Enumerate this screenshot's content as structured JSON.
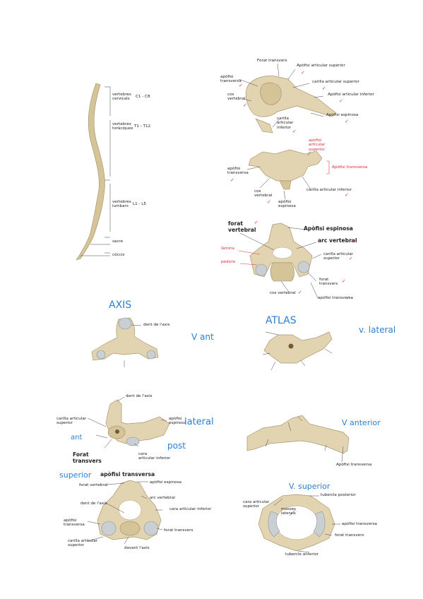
{
  "spine": {
    "regions": [
      {
        "name": "vertebres\ncervicals",
        "range": "C1 - C8"
      },
      {
        "name": "vertebres\ntoràciques",
        "range": "T1 - T12"
      },
      {
        "name": "vertebres\nlumbars",
        "range": "L1 - L5"
      },
      {
        "name": "sacre",
        "range": ""
      },
      {
        "name": "còccix",
        "range": ""
      }
    ]
  },
  "thoracic_lateral": {
    "labels": {
      "forat_transvers": "Forat transvers",
      "apofisi_articular_superior": "Apòfisi articular superior",
      "apofisi_transversa": "apòfisi\ntransversa",
      "carilla_articular_superior": "carilla articular superior",
      "cos_vertebral": "cos\nvertebral",
      "apofisi_articular_inferior": "Apòfisi articular inferior",
      "apofisi_espinosa": "Apòfisi espinosa",
      "carilla_articular_inferior": "carilla\narticular\ninferior"
    }
  },
  "cervical_front": {
    "labels": {
      "apofisi_articular_superior": "apòfisi\narticular\nsuperior",
      "apofisi_transversa_red": "Apòfisi transversa",
      "apofisi_transversa": "apòfisi\ntransversa",
      "cos_vertebral": "cos\nvertebral",
      "carilla_articular_inferior": "carilla articular inferior",
      "apofisi_espinosa": "apòfisi\nespinosa"
    }
  },
  "cervical_top": {
    "labels": {
      "forat_vertebral": "forat\nvertebral",
      "apofisi_espinosa": "Apòfisi espinosa",
      "arc_vertebral": "arc vertebral",
      "lamina": "làmina",
      "pedicle": "pedicle",
      "carilla_articular_superior": "carilla articular\nsuperior",
      "forat_transvers": "forat\ntransvers",
      "cos_vertebral": "cos vertebral",
      "apofisi_transversa": "apòfisi transversa"
    }
  },
  "axis_ant": {
    "title": "AXIS",
    "view": "V ant",
    "dent": "dent de l'axis"
  },
  "atlas_lateral": {
    "title": "ATLAS",
    "view": "v. lateral"
  },
  "axis_lateral": {
    "view": "lateral",
    "ant": "ant",
    "post": "post",
    "labels": {
      "dent": "dent de l'axis",
      "carilla_articular_superior": "carilla articular\nsuperior",
      "apofisi_espinosa": "apòfisi\nespinosa",
      "forat_transvers": "Forat\ntransvers",
      "carilla_articular_inferior": "cara\narticular inferior"
    }
  },
  "atlas_anterior": {
    "view": "V anterior",
    "apofisi_transversa": "Apòfisi transversa"
  },
  "axis_superior": {
    "view": "superior",
    "apofisi_transversa": "apòfisi transversa",
    "labels": {
      "forat_vertebral": "forat vertebral",
      "apofisi_espinosa": "apòfisi espinosa",
      "arc_vertebral": "arc vertebral",
      "carilla_articular_inferior": "cara articular inferior",
      "dent": "dent de l'axis",
      "apofisi_transversa": "apòfisi\ntransversa",
      "forat_transvers": "forat transvers",
      "carilla_articular_superior": "carilla articular\nsuperior",
      "davant_axis": "davant l'axis"
    }
  },
  "atlas_superior": {
    "view": "V. superior",
    "labels": {
      "tuberc_posterior": "tubercle posterior",
      "carilla_articular_superior": "cara articular\nsuperior",
      "masses_laterals": "masses\nlaterals",
      "apofisi_transversa": "apòfisi transversa",
      "forat_transvers": "forat transvers",
      "tuberc_anterior": "tubercle anterior"
    }
  },
  "colors": {
    "bone": "#e2d4b0",
    "cartilage": "#c9cfd2",
    "annotation_blue": "#2a7fd6",
    "correction_red": "#e03a3a"
  }
}
